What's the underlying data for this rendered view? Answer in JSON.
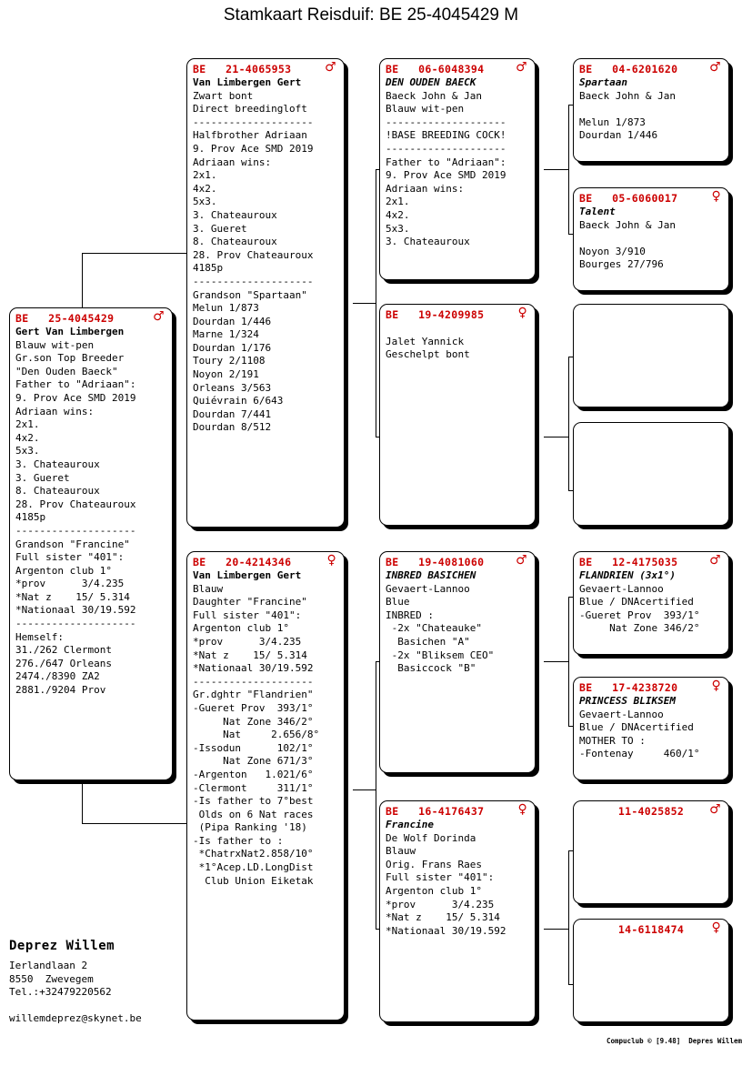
{
  "header": {
    "title": "Stamkaart Reisduif: BE  25-4045429 M"
  },
  "icons": {
    "male": "♂",
    "female": "♀"
  },
  "subject": {
    "prefix": "BE",
    "ring": "BE   25-4045429",
    "sex": "male",
    "text": "\nGert Van Limbergen\nBlauw wit-pen\nGr.son Top Breeder\n\"Den Ouden Baeck\"\nFather to \"Adriaan\":\n9. Prov Ace SMD 2019\nAdriaan wins:\n2x1.\n4x2.\n5x3.\n3. Chateauroux\n3. Gueret\n8. Chateauroux\n28. Prov Chateauroux\n4185p\n--------------------\nGrandson \"Francine\"\nFull sister \"401\":\nArgenton club 1°\n*prov      3/4.235\n*Nat z    15/ 5.314\n*Nationaal 30/19.592\n--------------------\nHemself:\n31./262 Clermont\n276./647 Orleans\n2474./8390 ZA2\n2881./9204 Prov",
    "bold_first_line": "Gert Van Limbergen"
  },
  "generation2": [
    {
      "id": "father",
      "ring": "BE   21-4065953",
      "sex": "male",
      "name_bold": "Van Limbergen Gert",
      "text": "\nVan Limbergen Gert\nZwart bont\nDirect breedingloft\n--------------------\nHalfbrother Adriaan\n9. Prov Ace SMD 2019\nAdriaan wins:\n2x1.\n4x2.\n5x3.\n3. Chateauroux\n3. Gueret\n8. Chateauroux\n28. Prov Chateauroux\n4185p\n--------------------\nGrandson \"Spartaan\"\nMelun 1/873\nDourdan 1/446\nMarne 1/324\nDourdan 1/176\nToury 2/1108\nNoyon 2/191\nOrleans 3/563\nQuiévrain 6/643\nDourdan 7/441\nDourdan 8/512"
    },
    {
      "id": "mother",
      "ring": "BE   20-4214346",
      "sex": "female",
      "name_bold": "Van Limbergen Gert",
      "text": "\nVan Limbergen Gert\nBlauw\nDaughter \"Francine\"\nFull sister \"401\":\nArgenton club 1°\n*prov      3/4.235\n*Nat z    15/ 5.314\n*Nationaal 30/19.592\n--------------------\nGr.dghtr \"Flandrien\"\n-Gueret Prov  393/1°\n     Nat Zone 346/2°\n     Nat     2.656/8°\n-Issodun      102/1°\n     Nat Zone 671/3°\n-Argenton   1.021/6°\n-Clermont     311/1°\n-Is father to 7°best\n Olds on 6 Nat races\n (Pipa Ranking '18)\n-Is father to :\n *ChatrxNat2.858/10°\n *1°Acep.LD.LongDist\n  Club Union Eiketak"
    }
  ],
  "generation3": [
    {
      "id": "ff",
      "ring": "BE   06-6048394",
      "sex": "male",
      "nickname": "DEN OUDEN BAECK",
      "text": "Baeck John & Jan\nBlauw wit-pen\n--------------------\n!BASE BREEDING COCK!\n--------------------\nFather to \"Adriaan\":\n9. Prov Ace SMD 2019\nAdriaan wins:\n2x1.\n4x2.\n5x3.\n3. Chateauroux"
    },
    {
      "id": "fm",
      "ring": "BE   19-4209985",
      "sex": "female",
      "nickname": "",
      "text": "\nJalet Yannick\nGeschelpt bont"
    },
    {
      "id": "mf",
      "ring": "BE   19-4081060",
      "sex": "male",
      "nickname": "INBRED BASICHEN",
      "text": "Gevaert-Lannoo\nBlue\nINBRED :\n -2x \"Chateauke\"\n  Basichen \"A\"\n -2x \"Bliksem CEO\"\n  Basiccock \"B\""
    },
    {
      "id": "mm",
      "ring": "BE   16-4176437",
      "sex": "female",
      "nickname": "Francine",
      "nickname_style": "italic",
      "text": "De Wolf Dorinda\nBlauw\nOrig. Frans Raes\nFull sister \"401\":\nArgenton club 1°\n*prov      3/4.235\n*Nat z    15/ 5.314\n*Nationaal 30/19.592"
    }
  ],
  "generation4": [
    {
      "id": "fff",
      "ring": "BE   04-6201620",
      "sex": "male",
      "nickname": "Spartaan",
      "text": "Baeck John & Jan\n\nMelun 1/873\nDourdan 1/446"
    },
    {
      "id": "ffm",
      "ring": "BE   05-6060017",
      "sex": "female",
      "nickname": "Talent",
      "text": "Baeck John & Jan\n\nNoyon 3/910\nBourges 27/796"
    },
    {
      "id": "fmf",
      "ring": "",
      "sex": "",
      "nickname": "",
      "text": ""
    },
    {
      "id": "fmm",
      "ring": "",
      "sex": "",
      "nickname": "",
      "text": ""
    },
    {
      "id": "mff",
      "ring": "BE   12-4175035",
      "sex": "male",
      "nickname": "FLANDRIEN (3x1°)",
      "text": "Gevaert-Lannoo\nBlue / DNAcertified\n-Gueret Prov  393/1°\n     Nat Zone 346/2°"
    },
    {
      "id": "mfm",
      "ring": "BE   17-4238720",
      "sex": "female",
      "nickname": "PRINCESS BLIKSEM",
      "text": "Gevaert-Lannoo\nBlue / DNAcertified\nMOTHER TO :\n-Fontenay     460/1°"
    },
    {
      "id": "mmf",
      "ring": "11-4025852",
      "ring_centered": true,
      "sex": "male",
      "nickname": "",
      "text": ""
    },
    {
      "id": "mmm",
      "ring": "14-6118474",
      "ring_centered": true,
      "sex": "female",
      "nickname": "",
      "text": ""
    }
  ],
  "breeder": {
    "name": "Deprez Willem",
    "address": "Ierlandlaan 2\n8550  Zwevegem\nTel.:+32479220562",
    "email": "willemdeprez@skynet.be"
  },
  "footer": {
    "credit": "Compuclub © [9.48]  Depres Willem"
  },
  "colors": {
    "ring_red": "#cc0000",
    "text_black": "#000000",
    "background": "#ffffff"
  }
}
